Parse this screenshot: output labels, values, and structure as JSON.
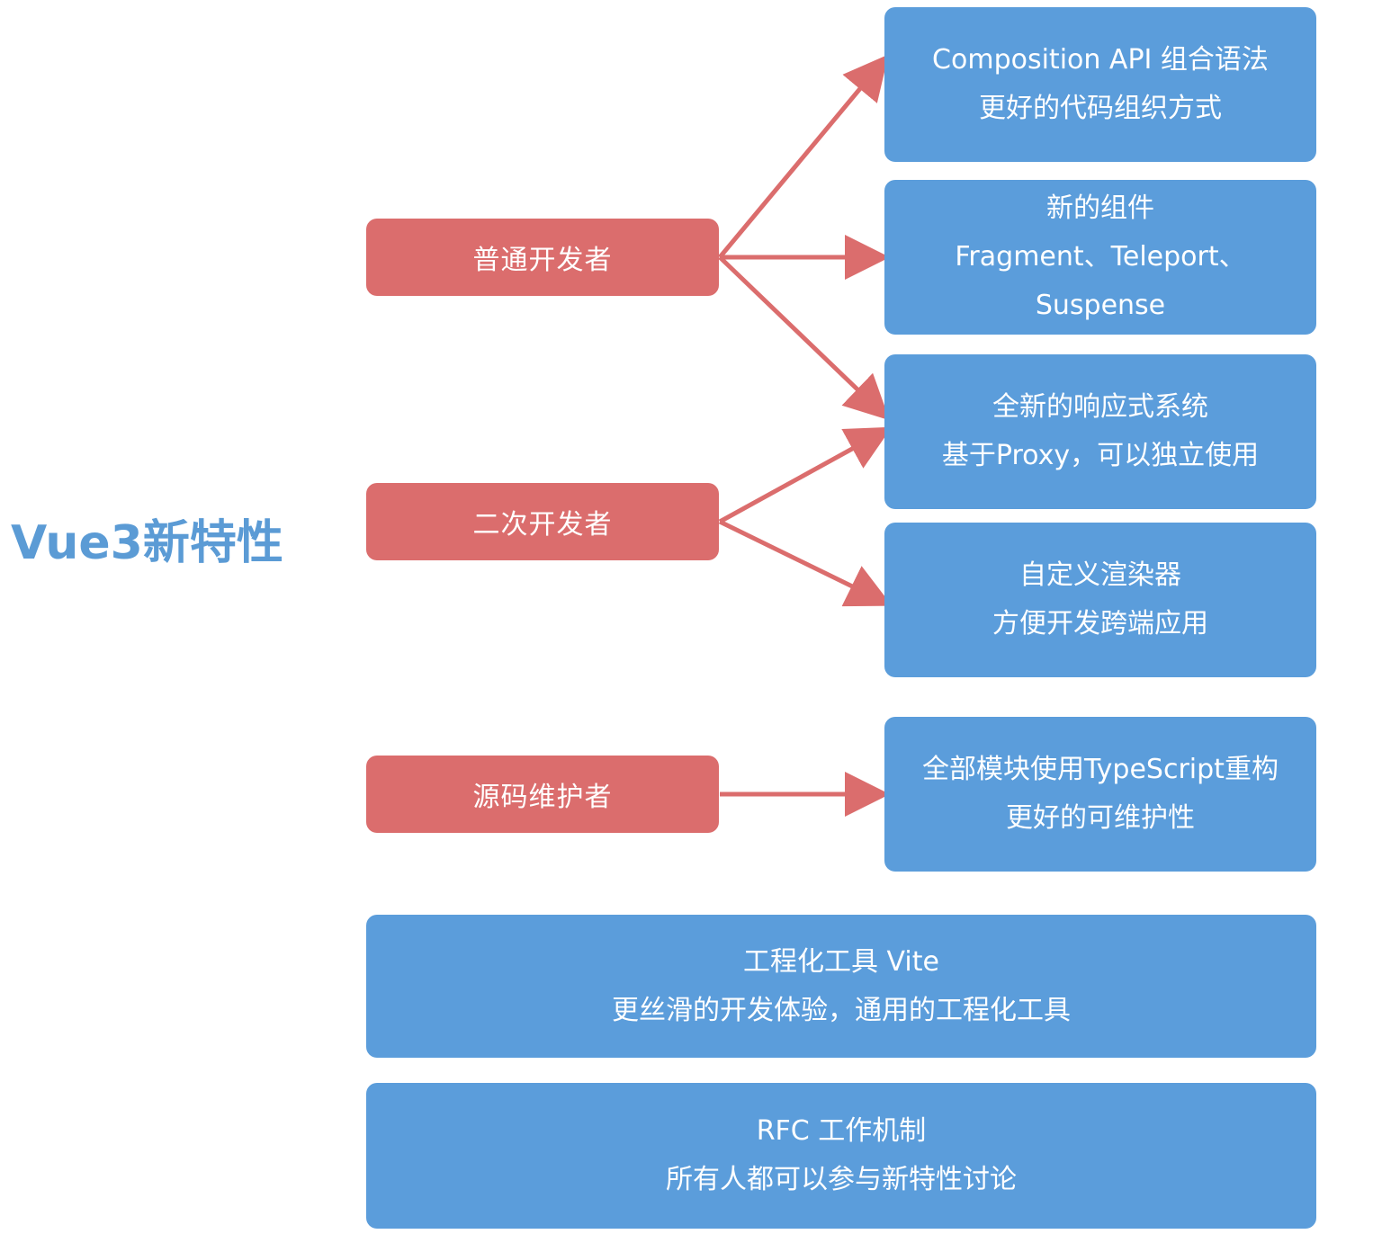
{
  "title": "Vue3新特性",
  "colors": {
    "title": "#5b9bd5",
    "audience_box": "#db6d6d",
    "feature_box": "#5b9ddb",
    "arrow": "#db6d6d"
  },
  "audiences": [
    {
      "label": "普通开发者"
    },
    {
      "label": "二次开发者"
    },
    {
      "label": "源码维护者"
    }
  ],
  "features": [
    {
      "lines": [
        "Composition API 组合语法",
        "更好的代码组织方式"
      ]
    },
    {
      "lines": [
        "新的组件",
        "Fragment、Teleport、",
        "Suspense"
      ]
    },
    {
      "lines": [
        "全新的响应式系统",
        "基于Proxy，可以独立使用"
      ]
    },
    {
      "lines": [
        "自定义渲染器",
        "方便开发跨端应用"
      ]
    },
    {
      "lines": [
        "全部模块使用TypeScript重构",
        "更好的可维护性"
      ]
    },
    {
      "lines": [
        "工程化工具 Vite",
        "更丝滑的开发体验，通用的工程化工具"
      ]
    },
    {
      "lines": [
        "RFC 工作机制",
        "所有人都可以参与新特性讨论"
      ]
    }
  ],
  "connections": [
    {
      "from": "普通开发者",
      "to": "Composition API 组合语法"
    },
    {
      "from": "普通开发者",
      "to": "新的组件"
    },
    {
      "from": "普通开发者",
      "to": "全新的响应式系统"
    },
    {
      "from": "二次开发者",
      "to": "全新的响应式系统"
    },
    {
      "from": "二次开发者",
      "to": "自定义渲染器"
    },
    {
      "from": "源码维护者",
      "to": "全部模块使用TypeScript重构"
    }
  ]
}
